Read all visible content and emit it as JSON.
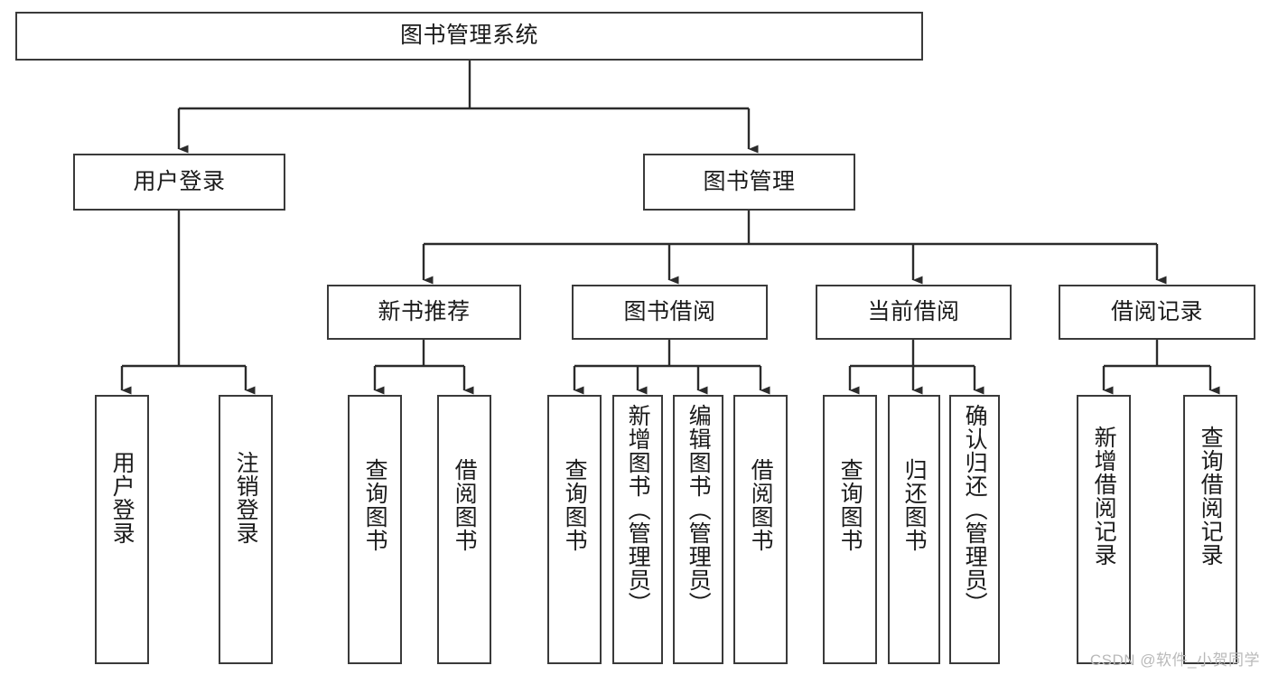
{
  "diagram": {
    "title_node": {
      "label": "图书管理系统"
    },
    "level2": [
      {
        "id": "user-login",
        "label": "用户登录"
      },
      {
        "id": "book-management",
        "label": "图书管理"
      }
    ],
    "level3": [
      {
        "id": "new-book-recommend",
        "label": "新书推荐"
      },
      {
        "id": "book-borrow",
        "label": "图书借阅"
      },
      {
        "id": "current-borrow",
        "label": "当前借阅"
      },
      {
        "id": "borrow-record",
        "label": "借阅记录"
      }
    ],
    "leaves": {
      "user_login": [
        {
          "id": "leaf-user-login",
          "label": "用户登录"
        },
        {
          "id": "leaf-logout-login",
          "label": "注销登录"
        }
      ],
      "new_book_recommend": [
        {
          "id": "leaf-query-book-1",
          "label": "查询图书"
        },
        {
          "id": "leaf-borrow-book-1",
          "label": "借阅图书"
        }
      ],
      "book_borrow": [
        {
          "id": "leaf-query-book-2",
          "label": "查询图书"
        },
        {
          "id": "leaf-add-book",
          "label": "新增图书（管理员）"
        },
        {
          "id": "leaf-edit-book",
          "label": "编辑图书（管理员）"
        },
        {
          "id": "leaf-borrow-book-2",
          "label": "借阅图书"
        }
      ],
      "current_borrow": [
        {
          "id": "leaf-query-book-3",
          "label": "查询图书"
        },
        {
          "id": "leaf-return-book",
          "label": "归还图书"
        },
        {
          "id": "leaf-confirm-return",
          "label": "确认归还（管理员）"
        }
      ],
      "borrow_record": [
        {
          "id": "leaf-add-record",
          "label": "新增借阅记录"
        },
        {
          "id": "leaf-query-record",
          "label": "查询借阅记录"
        }
      ]
    },
    "colors": {
      "border": "#3a3a3a",
      "background": "#ffffff",
      "text": "#1b1b1b",
      "connector": "#2b2b2b",
      "watermark": "#b9b9b9"
    }
  },
  "watermark": {
    "text": "CSDN @软件_小贺同学"
  }
}
